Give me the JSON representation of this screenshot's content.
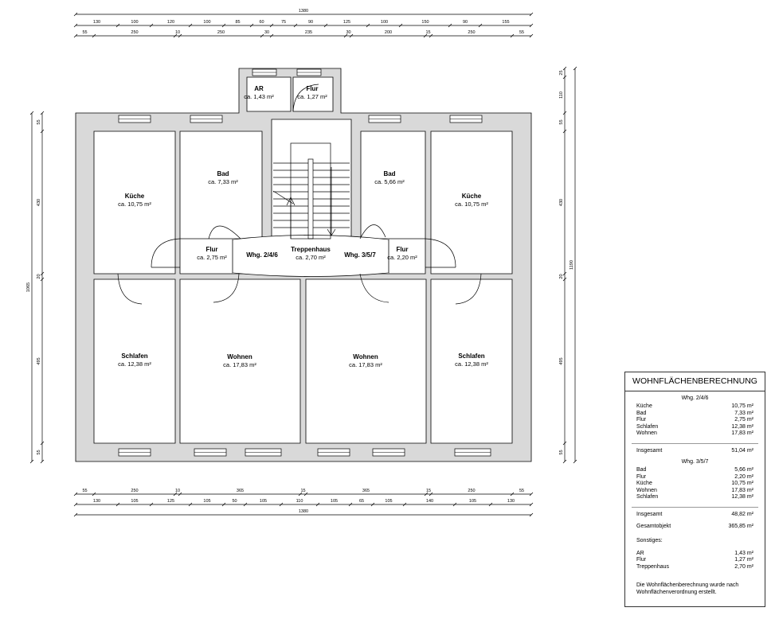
{
  "dimensions": {
    "top_total": "1380",
    "top_row1": [
      "130",
      "100",
      "120",
      "100",
      "85",
      "60",
      "75",
      "90",
      "125",
      "100",
      "150",
      "90",
      "155"
    ],
    "top_row2": [
      "55",
      "250",
      "10",
      "250",
      "30",
      "235",
      "30",
      "200",
      "15",
      "250",
      "55"
    ],
    "bottom_row1": [
      "55",
      "250",
      "10",
      "365",
      "15",
      "365",
      "15",
      "250",
      "55"
    ],
    "bottom_row2": [
      "130",
      "105",
      "125",
      "105",
      "50",
      "105",
      "110",
      "105",
      "65",
      "105",
      "140",
      "105",
      "130"
    ],
    "bottom_total": "1380",
    "left_outer": "1065",
    "left_inner": [
      "55",
      "430",
      "20",
      "495",
      "55"
    ],
    "right_outer": "1190",
    "right_inner": [
      "25",
      "110",
      "55",
      "430",
      "20",
      "495",
      "55"
    ]
  },
  "rooms": [
    {
      "name": "AR",
      "area": "ca. 1,43 m²"
    },
    {
      "name": "Flur",
      "area": "ca. 1,27 m²"
    },
    {
      "name": "Bad",
      "area": "ca. 7,33 m²"
    },
    {
      "name": "Bad",
      "area": "ca. 5,66 m²"
    },
    {
      "name": "Küche",
      "area": "ca. 10,75 m²"
    },
    {
      "name": "Küche",
      "area": "ca. 10,75 m²"
    },
    {
      "name": "Flur",
      "area": "ca. 2,75 m²"
    },
    {
      "name": "Treppenhaus",
      "area": "ca. 2,70 m²"
    },
    {
      "name": "Flur",
      "area": "ca. 2,20 m²"
    },
    {
      "name": "Schlafen",
      "area": "ca. 12,38 m²"
    },
    {
      "name": "Wohnen",
      "area": "ca. 17,83 m²"
    },
    {
      "name": "Wohnen",
      "area": "ca. 17,83 m²"
    },
    {
      "name": "Schlafen",
      "area": "ca. 12,38 m²"
    }
  ],
  "apartment_labels": [
    "Whg. 2/4/6",
    "Whg. 3/5/7"
  ],
  "summary": {
    "title": "WOHNFLÄCHENBERECHNUNG",
    "apt1": {
      "title": "Whg. 2/4/6",
      "rows": [
        {
          "label": "Küche",
          "value": "10,75 m²"
        },
        {
          "label": "Bad",
          "value": "7,33 m²"
        },
        {
          "label": "Flur",
          "value": "2,75 m²"
        },
        {
          "label": "Schlafen",
          "value": "12,38 m²"
        },
        {
          "label": "Wohnen",
          "value": "17,83 m²"
        }
      ],
      "total_label": "Insgesamt",
      "total_value": "51,04 m²"
    },
    "apt2": {
      "title": "Whg. 3/5/7",
      "rows": [
        {
          "label": "Bad",
          "value": "5,66 m²"
        },
        {
          "label": "Flur",
          "value": "2,20 m²"
        },
        {
          "label": "Küche",
          "value": "10,75 m²"
        },
        {
          "label": "Wohnen",
          "value": "17,83 m²"
        },
        {
          "label": "Schlafen",
          "value": "12,38 m²"
        }
      ],
      "total_label": "Insgesamt",
      "total_value": "48,82 m²"
    },
    "object_label": "Gesamtobjekt",
    "object_value": "365,85 m²",
    "other_title": "Sonstiges:",
    "other_rows": [
      {
        "label": "AR",
        "value": "1,43 m²"
      },
      {
        "label": "Flur",
        "value": "1,27 m²"
      },
      {
        "label": "Treppenhaus",
        "value": "2,70 m²"
      }
    ],
    "note_line1": "Die Wohnflächenberechnung wurde nach",
    "note_line2": "Wohnflächenverordnung erstellt."
  }
}
